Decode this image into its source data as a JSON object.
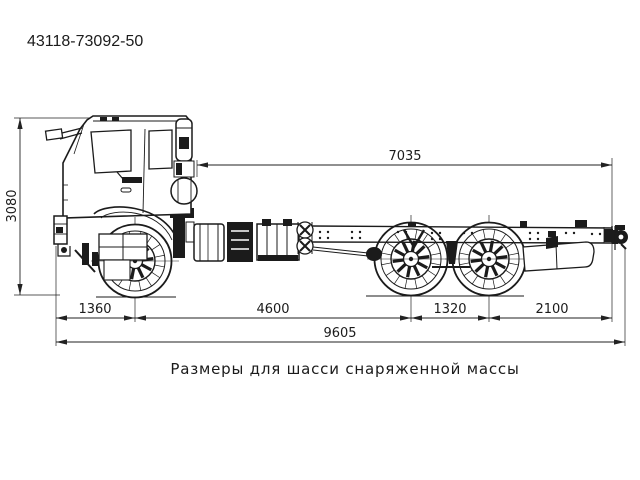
{
  "title": "43118-73092-50",
  "caption": "Размеры для шасси снаряженной массы",
  "dimensions": {
    "overall_height": "3080",
    "frame_length": "7035",
    "front_overhang": "1360",
    "wheelbase": "4600",
    "bogie_base": "1320",
    "rear_overhang": "2100",
    "overall_length": "9605"
  },
  "drawing": {
    "subject": "three-axle truck chassis, left side view"
  },
  "colors": {
    "line": "#1b1b1b",
    "dimension": "#222222",
    "background": "#ffffff"
  }
}
